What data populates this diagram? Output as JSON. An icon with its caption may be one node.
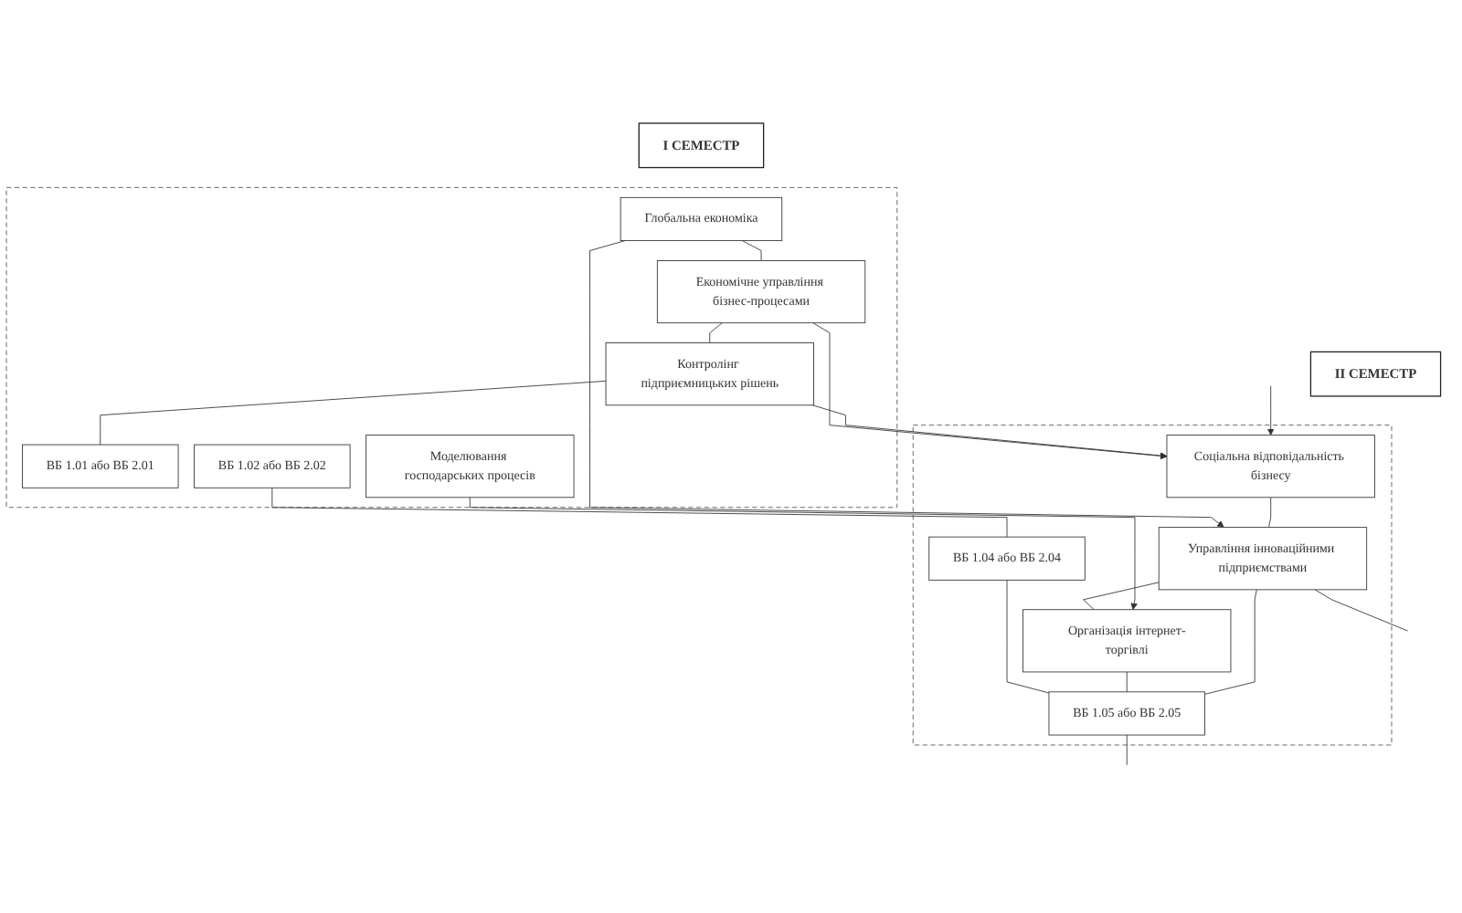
{
  "diagram": {
    "nodes": [
      {
        "text": [
          "І СЕМЕСТР"
        ]
      },
      {
        "text": [
          "ІІ СЕМЕСТР"
        ]
      },
      {
        "text": [],
        "shape": "box"
      },
      {
        "text": [],
        "shape": "box"
      },
      {
        "text": [
          "Глобальна економіка"
        ],
        "in": 2
      },
      {
        "text": [
          "Економічне управління бізнес-процесами"
        ],
        "in": 2
      },
      {
        "text": [
          "Контролінг підприємницьких рішень"
        ],
        "in": 2
      },
      {
        "text": [
          "ВБ 1.01 або ВБ 2.01"
        ],
        "in": 2
      },
      {
        "text": [
          "ВБ 1.02 або ВБ 2.02"
        ],
        "in": 2
      },
      {
        "text": [
          "Моделювання господарських процесів"
        ],
        "in": 2
      },
      {
        "text": [
          "Соціальна відповідальність бізнесу"
        ],
        "in": 3
      },
      {
        "text": [
          "Управління інноваційними підприємствами"
        ],
        "in": 3
      },
      {
        "text": [
          "Організація інтернет-торгівлі"
        ],
        "in": 3
      },
      {
        "text": [
          "ВБ 1.04 або ВБ 2.04"
        ],
        "in": 3
      },
      {
        "text": [
          "ВБ 1.05 або ВБ 2.05"
        ],
        "in": 3
      }
    ],
    "edges": [
      {
        "from": 4,
        "to": 5,
        "arrow": "none"
      },
      {
        "from": 5,
        "to": 6,
        "arrow": "none"
      },
      {
        "from": 4,
        "to": 11,
        "arrow": "to"
      },
      {
        "from": 5,
        "to": 10,
        "arrow": "to"
      },
      {
        "from": 6,
        "to": 10,
        "arrow": "to"
      },
      {
        "from": null,
        "to": 10,
        "arrow": "to"
      },
      {
        "from": 10,
        "to": 11,
        "arrow": "none"
      },
      {
        "from": 11,
        "to": 12,
        "arrow": "none"
      },
      {
        "from": 6,
        "to": 7,
        "arrow": "none"
      },
      {
        "from": 8,
        "to": 13,
        "arrow": "none"
      },
      {
        "from": 9,
        "to": 12,
        "arrow": "to"
      },
      {
        "from": 13,
        "to": 14,
        "arrow": "none"
      },
      {
        "from": 12,
        "to": 14,
        "arrow": "none"
      },
      {
        "from": 11,
        "to": 14,
        "arrow": "none"
      },
      {
        "from": 11,
        "to": null,
        "arrow": "none"
      },
      {
        "from": 14,
        "to": null,
        "arrow": "none"
      }
    ]
  }
}
